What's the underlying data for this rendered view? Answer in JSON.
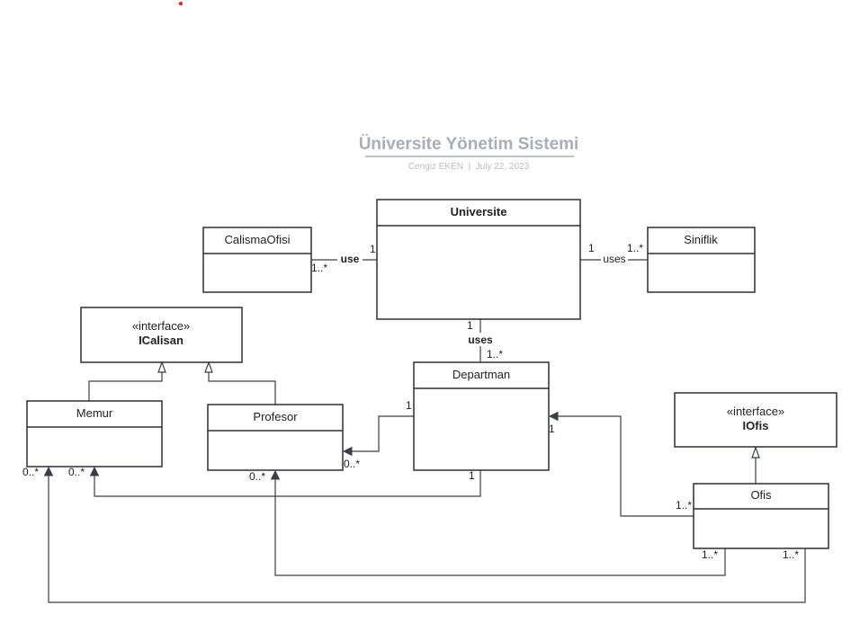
{
  "header": {
    "title": "Üniversite Yönetim Sistemi",
    "subtitle": "Cengiz EKEN  |  July 22, 2023"
  },
  "colors": {
    "accent_dot": "#e8292b",
    "title": "#a9adb8",
    "title_underline": "#a9adb8",
    "lines": "#3a3f47"
  },
  "classes": {
    "universite": {
      "name": "Universite"
    },
    "calismaofisi": {
      "name": "CalismaOfisi"
    },
    "siniflik": {
      "name": "Siniflik"
    },
    "icalisan": {
      "stereotype": "«interface»",
      "name": "ICalisan"
    },
    "memur": {
      "name": "Memur"
    },
    "profesor": {
      "name": "Profesor"
    },
    "departman": {
      "name": "Departman"
    },
    "iofis": {
      "stereotype": "«interface»",
      "name": "IOfis"
    },
    "ofis": {
      "name": "Ofis"
    }
  },
  "associations": {
    "universite_calismaofisi": {
      "label": "use",
      "mult_universite": "1",
      "mult_calismaofisi": "1..*"
    },
    "universite_siniflik": {
      "label": "uses",
      "mult_universite": "1",
      "mult_siniflik": "1..*"
    },
    "universite_departman": {
      "label": "uses",
      "mult_universite": "1",
      "mult_departman": "1..*"
    },
    "departman_profesor": {
      "mult_departman": "1",
      "mult_profesor": "0..*"
    },
    "departman_memur": {
      "mult_departman": "1",
      "mult_memur": "0..*"
    },
    "ofis_departman": {
      "mult_ofis": "1..*",
      "mult_departman": "1"
    },
    "ofis_profesor": {
      "mult_ofis": "1..*",
      "mult_profesor": "0..*"
    },
    "ofis_memur": {
      "mult_ofis": "1..*",
      "mult_memur": "0..*"
    }
  }
}
